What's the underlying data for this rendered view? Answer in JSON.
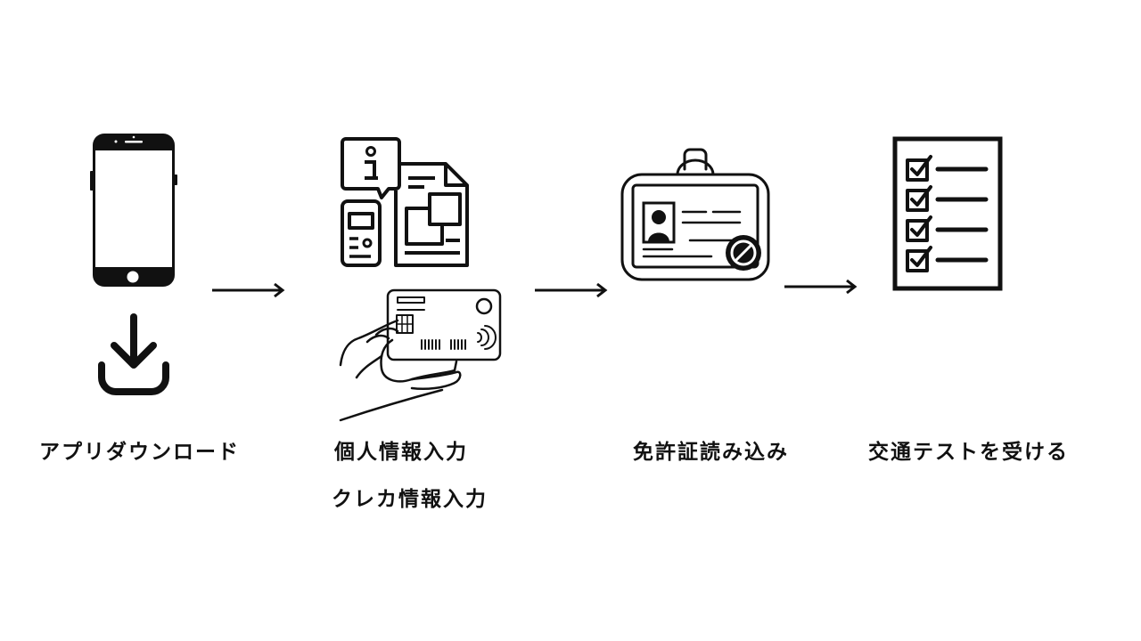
{
  "steps": [
    {
      "labels": [
        "アプリダウンロード"
      ],
      "icons": [
        "smartphone-icon",
        "download-icon"
      ]
    },
    {
      "labels": [
        "個人情報入力",
        "クレカ情報入力"
      ],
      "icons": [
        "personal-info-documents-icon",
        "credit-card-in-hand-icon"
      ]
    },
    {
      "labels": [
        "免許証読み込み"
      ],
      "icons": [
        "id-card-badge-icon"
      ]
    },
    {
      "labels": [
        "交通テストを受ける"
      ],
      "icons": [
        "checklist-icon"
      ]
    }
  ],
  "arrows": [
    "arrow-right-icon",
    "arrow-right-icon",
    "arrow-right-icon"
  ],
  "colors": {
    "stroke": "#111111",
    "background": "#ffffff"
  }
}
